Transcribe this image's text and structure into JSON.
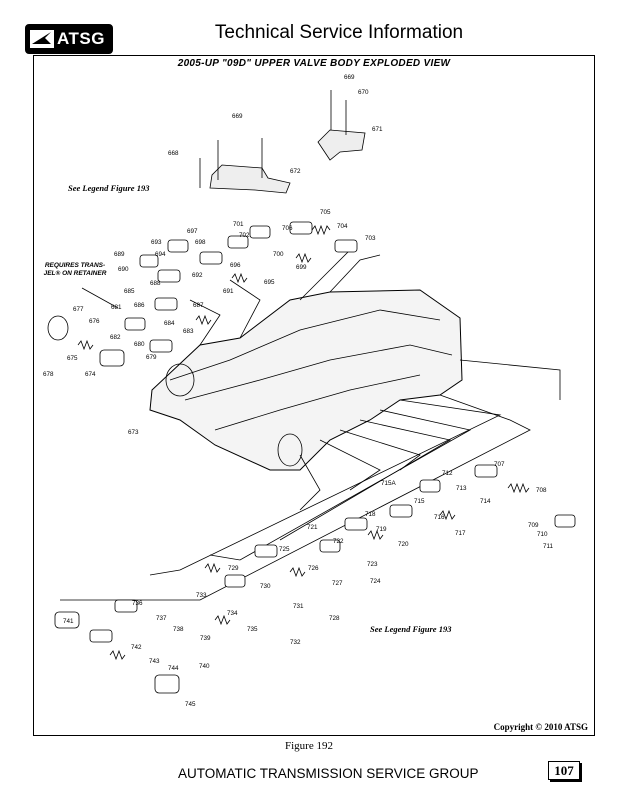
{
  "header": {
    "logo_text": "ATSG",
    "title": "Technical Service Information"
  },
  "diagram": {
    "title": "2005-UP \"09D\" UPPER VALVE BODY EXPLODED VIEW",
    "legend_ref_top": "See Legend Figure 193",
    "legend_ref_bottom": "See Legend Figure 193",
    "note": "REQUIRES TRANS-JEL® ON RETAINER",
    "copyright": "Copyright © 2010 ATSG",
    "part_numbers": [
      "668",
      "669",
      "669",
      "670",
      "671",
      "672",
      "673",
      "674",
      "675",
      "676",
      "677",
      "678",
      "679",
      "680",
      "681",
      "682",
      "683",
      "684",
      "685",
      "686",
      "687",
      "688",
      "689",
      "690",
      "691",
      "692",
      "693",
      "694",
      "695",
      "696",
      "697",
      "698",
      "699",
      "700",
      "701",
      "702",
      "703",
      "704",
      "705",
      "706",
      "707",
      "708",
      "709",
      "710",
      "711",
      "712",
      "713",
      "714",
      "715",
      "715A",
      "716",
      "717",
      "718",
      "719",
      "720",
      "721",
      "722",
      "723",
      "724",
      "725",
      "726",
      "727",
      "728",
      "729",
      "730",
      "731",
      "732",
      "733",
      "734",
      "735",
      "736",
      "737",
      "738",
      "739",
      "740",
      "741",
      "742",
      "743",
      "744",
      "745"
    ]
  },
  "footer": {
    "caption": "Figure 192",
    "company": "AUTOMATIC TRANSMISSION SERVICE GROUP",
    "page": "107"
  }
}
